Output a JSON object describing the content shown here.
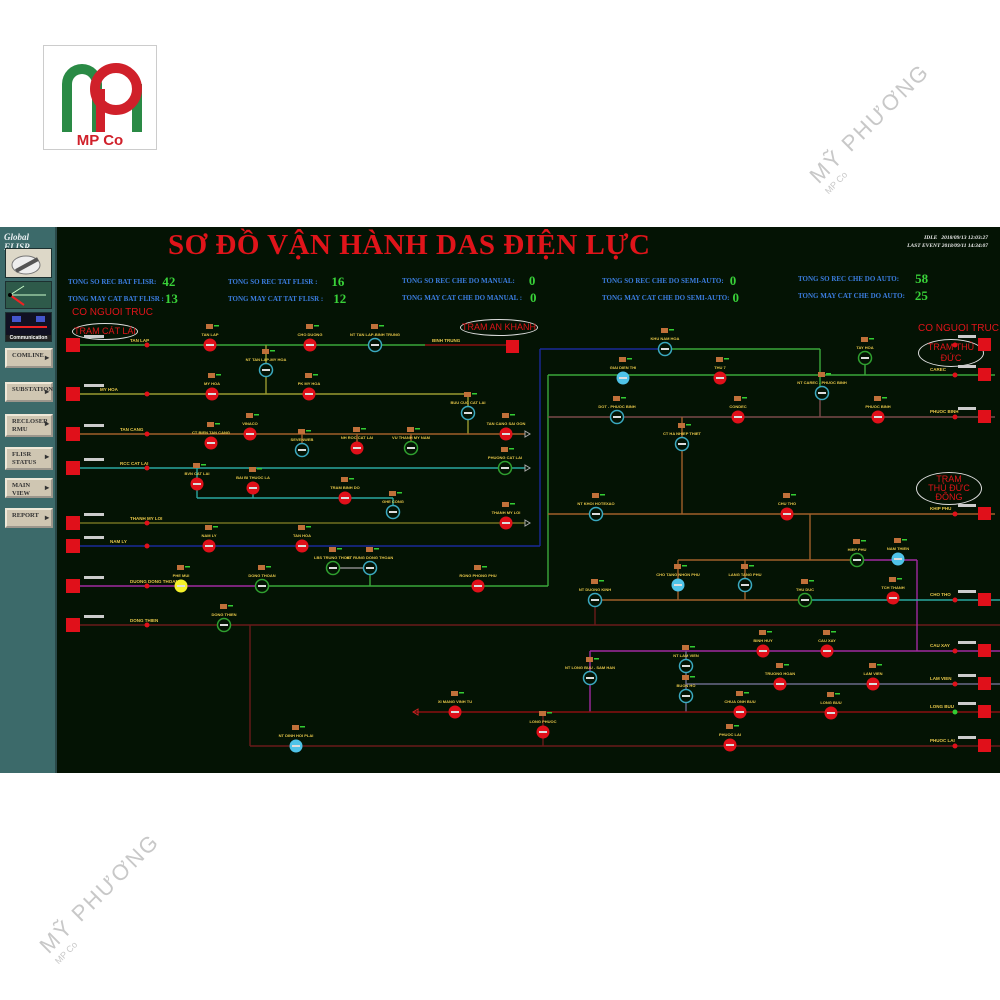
{
  "logo": {
    "text": "MP Co"
  },
  "watermark": {
    "brand": "MỸ PHƯƠNG",
    "sub": "MP Co"
  },
  "sidebar": {
    "title": "Global FLISR",
    "communication_label": "Communication",
    "buttons": [
      {
        "label": "COMLINE"
      },
      {
        "label": "SUBSTATION"
      },
      {
        "label": "RECLOSER RMU"
      },
      {
        "label": "FLISR STATUS"
      },
      {
        "label": "MAIN VIEW"
      },
      {
        "label": "REPORT"
      }
    ]
  },
  "header": {
    "title": "SƠ ĐỒ VẬN HÀNH DAS ĐIỆN LỰC",
    "idle_label": "IDLE",
    "idle_time": "2018/09/13 12:03:27",
    "last_event_label": "LAST EVENT",
    "last_event_time": "2018/09/11 14:34:07"
  },
  "stats": [
    {
      "label": "TONG SO REC BAT FLISR:",
      "value": "42"
    },
    {
      "label": "TONG MAY CAT BAT FLISR :",
      "value": "13"
    },
    {
      "label": "TONG SO REC TAT FLISR :",
      "value": "16"
    },
    {
      "label": "TONG MAY CAT TAT FLISR :",
      "value": "12"
    },
    {
      "label": "TONG SO REC CHE DO MANUAL:",
      "value": "0"
    },
    {
      "label": "TONG MAY CAT CHE DO MANUAL :",
      "value": "0"
    },
    {
      "label": "TONG SO REC CHE DO SEMI-AUTO:",
      "value": "0"
    },
    {
      "label": "TONG MAY CAT CHE DO SEMI-AUTO:",
      "value": "0"
    },
    {
      "label": "TONG SO REC CHE DO AUTO:",
      "value": "58"
    },
    {
      "label": "TONG MAY CAT CHE DO AUTO:",
      "value": "25"
    }
  ],
  "staffed_left": "CO NGUOI TRUC",
  "staffed_right": "CO NGUOI TRUC",
  "stations": {
    "cat_lai": "TRAM CÁT LÁI",
    "an_khanh": "TRAM AN KHANH",
    "thu_duc": "TRAM THỦ ĐỨC",
    "thu_duc_dong_1": "TRAM",
    "thu_duc_dong_2": "THỦ ĐỨC ĐÔNG"
  },
  "feeders": [
    "TAN LAP",
    "MY HOA",
    "TAN CANG",
    "RCC CAT LAI",
    "THANH MY LOI",
    "NAM LY",
    "DUONG DONG THOAN",
    "DONG THIEN",
    "BINH TRUNG",
    "CAREC",
    "PHUOC BINH",
    "KHIP PHU",
    "CHO THO",
    "CAU XAY",
    "LAM VIEN",
    "LONG BUU",
    "PHUOC LAI"
  ],
  "nodes": [
    "TAN LAP",
    "CHO DUONG",
    "NT TAN LAP-BINH TRUNG",
    "NT TAN LAP-MY HOA",
    "MY HOA",
    "PK MY HOA",
    "BUU CUC CAT LAI",
    "CT BIEN TAN CANG",
    "VINACO",
    "SEVENWEB",
    "NH ROC CAT LAI",
    "VU THANH MY NAM",
    "TAN CANG SAI GON",
    "BVN CAT LAI",
    "BAI BI THUOC LA",
    "TRAM BINH DO",
    "GHE CONG",
    "PHUONG CAT LAI",
    "THANH MY LOI",
    "NAM LY",
    "TAN HOA",
    "PHE MUI",
    "DONG THOAN",
    "LBS TRUNG THOAT",
    "NT RUNG DONG THOAN",
    "RONG PHONG PHU",
    "DONG THIEN",
    "NT DINH HOI PLAI",
    "KHU NAM HOA",
    "GIAI DIEN THI",
    "THU 7",
    "TAY HOA",
    "NT CAREC - PHUOC BINH",
    "DOT - PHUOC BINH",
    "CONDEC",
    "PHUOC BINH",
    "CT HA NHIEP THIET",
    "NT KHOI HOTEXAO",
    "CHU THO",
    "HIEP PHU",
    "NAM THIEN",
    "NT DUONG KINH",
    "CHO TANG NHON PHU",
    "LANG TANG PHU",
    "THU DUC",
    "TCH THANH",
    "BINH HUY",
    "CAU XAY",
    "NT LONG BUU - SAM HAN",
    "NT LAM VIEN",
    "BUON HO",
    "TRUONG HOAN",
    "LAM VIEN",
    "XI MANG VINH TU",
    "CHUA ONH BUU",
    "LONG BUU",
    "LONG PHUOC",
    "PHUOC LAI"
  ],
  "colors": {
    "title": "#e0141a",
    "stat_label": "#3b7de0",
    "stat_value": "#39d239",
    "background": "#041304",
    "sidebar": "#3c6a6a"
  }
}
